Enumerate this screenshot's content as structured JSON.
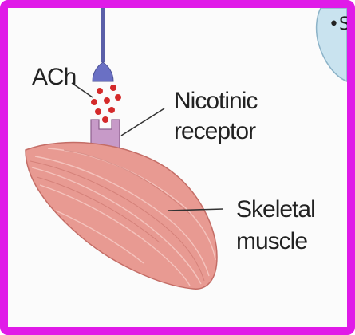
{
  "labels": {
    "ach": "ACh",
    "receptor_line1": "Nicotinic",
    "receptor_line2": "receptor",
    "muscle_line1": "Skeletal",
    "muscle_line2": "muscle"
  },
  "corner_fragment": "•S",
  "colors": {
    "frame": "#e01ae8",
    "axon": "#5a5fa8",
    "terminal": "#6a70c4",
    "ach_dots": "#d42a2a",
    "receptor": "#c79ac8",
    "muscle_fill": "#e89a92",
    "muscle_stroke": "#c46d66",
    "corner_cell": "#c9e3ef"
  }
}
